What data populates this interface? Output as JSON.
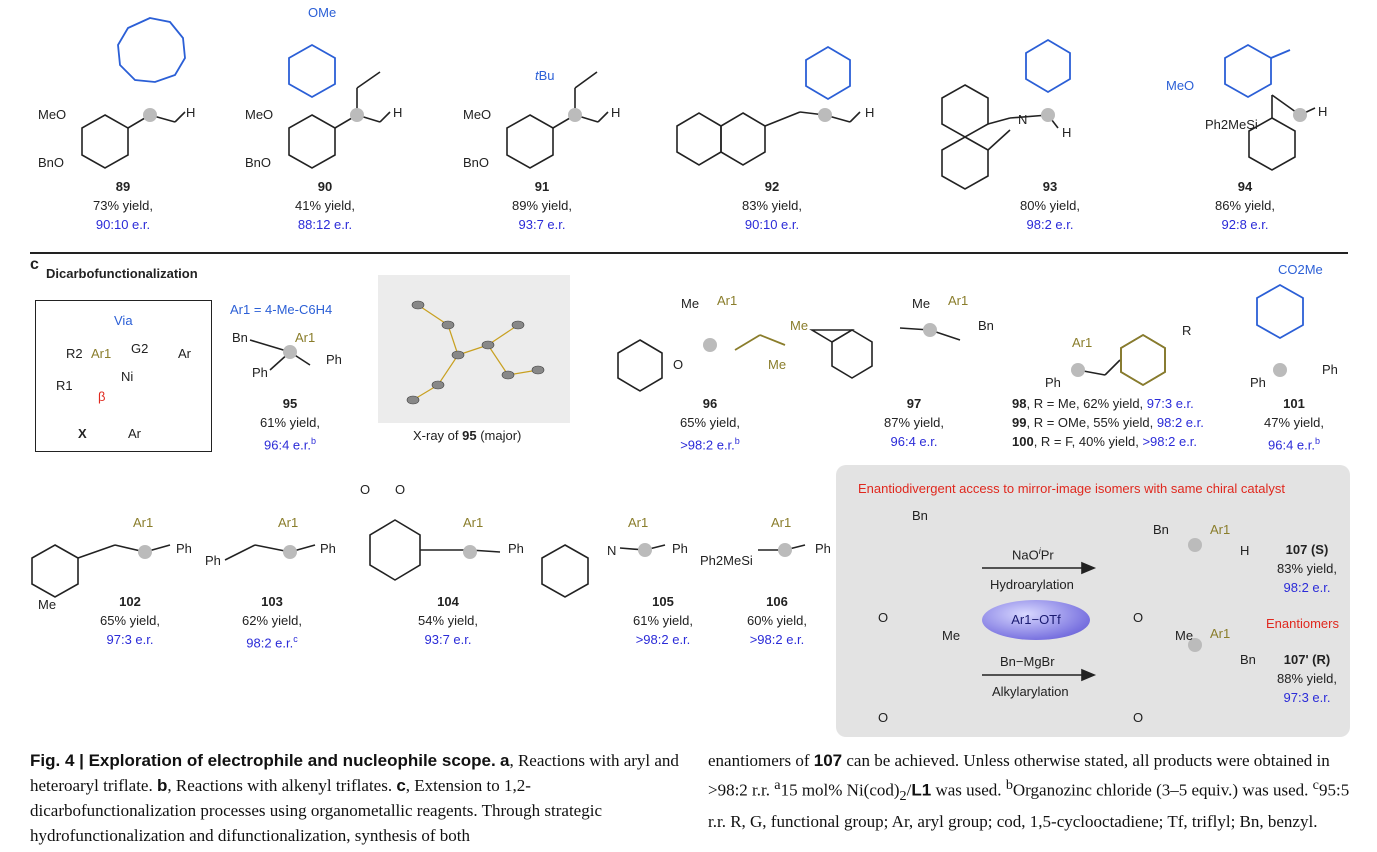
{
  "top_row": [
    {
      "id": "89",
      "yield": "73% yield,",
      "er": "90:10 e.r."
    },
    {
      "id": "90",
      "yield": "41% yield,",
      "er": "88:12 e.r."
    },
    {
      "id": "91",
      "yield": "89% yield,",
      "er": "93:7 e.r."
    },
    {
      "id": "92",
      "yield": "83% yield,",
      "er": "90:10 e.r."
    },
    {
      "id": "93",
      "yield": "80% yield,",
      "er": "98:2 e.r."
    },
    {
      "id": "94",
      "yield": "86% yield,",
      "er": "92:8 e.r."
    }
  ],
  "top_labels": {
    "meo": "MeO",
    "bno": "BnO",
    "h": "H",
    "ome": "OMe",
    "tbu_t": "t",
    "tbu": "Bu",
    "n": "N",
    "ph2mesi": "Ph2MeSi"
  },
  "section_c": {
    "letter": "c",
    "title": "Dicarbofunctionalization",
    "via": "Via",
    "x_label": "X",
    "beta": "β",
    "ni": "Ni",
    "r1": "R1",
    "r2": "R2",
    "ar1": "Ar1",
    "g2": "G2",
    "ar": "Ar",
    "ar1_def": "Ar1 = 4-Me-C6H4",
    "xray_caption_pre": "X-ray of ",
    "xray_caption_num": "95",
    "xray_caption_post": " (major)"
  },
  "mid_row": [
    {
      "id": "95",
      "yield": "61% yield,",
      "er": "96:4 e.r.",
      "sup": "b"
    },
    {
      "id": "96",
      "yield": "65% yield,",
      "er": ">98:2 e.r.",
      "sup": "b"
    },
    {
      "id": "97",
      "yield": "87% yield,",
      "er": "96:4 e.r.",
      "sup": ""
    },
    {
      "id": "101",
      "yield": "47% yield,",
      "er": "96:4 e.r.",
      "sup": "b"
    }
  ],
  "series_98": [
    {
      "id": "98",
      "text": ", R = Me, 62% yield, ",
      "er": "97:3 e.r."
    },
    {
      "id": "99",
      "text": ", R = OMe, 55% yield, ",
      "er": "98:2 e.r."
    },
    {
      "id": "100",
      "text": ", R = F, 40% yield, ",
      "er": ">98:2 e.r."
    }
  ],
  "mid_labels": {
    "bn": "Bn",
    "ph": "Ph",
    "me": "Me",
    "r": "R",
    "co2me": "CO2Me",
    "o": "O"
  },
  "bottom_row": [
    {
      "id": "102",
      "yield": "65% yield,",
      "er": "97:3 e.r.",
      "sup": ""
    },
    {
      "id": "103",
      "yield": "62% yield,",
      "er": "98:2 e.r.",
      "sup": "c"
    },
    {
      "id": "104",
      "yield": "54% yield,",
      "er": "93:7 e.r.",
      "sup": ""
    },
    {
      "id": "105",
      "yield": "61% yield,",
      "er": ">98:2 e.r.",
      "sup": ""
    },
    {
      "id": "106",
      "yield": "60% yield,",
      "er": ">98:2 e.r.",
      "sup": ""
    }
  ],
  "enantio": {
    "title": "Enantiodivergent access to mirror-image isomers with same chiral catalyst",
    "reagent1_pre": "NaO",
    "reagent1_i": "i",
    "reagent1_post": "Pr",
    "cond1": "Hydroarylation",
    "ellipse": "Ar1−OTf",
    "reagent2": "Bn−MgBr",
    "cond2": "Alkylarylation",
    "p1_id": "107 (S)",
    "p1_yield": "83% yield,",
    "p1_er": "98:2 e.r.",
    "enantiomers": "Enantiomers",
    "p2_id": "107' (R)",
    "p2_yield": "88% yield,",
    "p2_er": "97:3 e.r."
  },
  "caption_left": {
    "fig": "Fig. 4 | Exploration of electrophile and nucleophile scope.",
    "a": "a",
    "a_text": ", Reactions with aryl and heteroaryl triflate. ",
    "b": "b",
    "b_text": ", Reactions with alkenyl triflates. ",
    "c": "c",
    "c_text": ", Extension to 1,2-dicarbofunctionalization processes using organometallic reagents. Through strategic hydrofunctionalization and difunctionalization, synthesis of both"
  },
  "caption_right": {
    "t1": "enantiomers of ",
    "n107": "107",
    "t2": " can be achieved. Unless otherwise stated, all products were obtained in >98:2 r.r. ",
    "sa": "a",
    "t3": "15 mol% Ni(cod)",
    "t3sub": "2",
    "t3b": "/",
    "l1": "L1",
    "t4": " was used. ",
    "sb": "b",
    "t5": "Organozinc chloride (3–5 equiv.) was used. ",
    "sc": "c",
    "t6": "95:5 r.r. R, G, functional group; Ar, aryl group; cod, 1,5-cyclooctadiene; Tf, triflyl; Bn, benzyl."
  },
  "colors": {
    "blue": "#2b5fd6",
    "olive": "#8a7d2b",
    "red": "#e0281e",
    "er_blue": "#2b2bd8"
  }
}
